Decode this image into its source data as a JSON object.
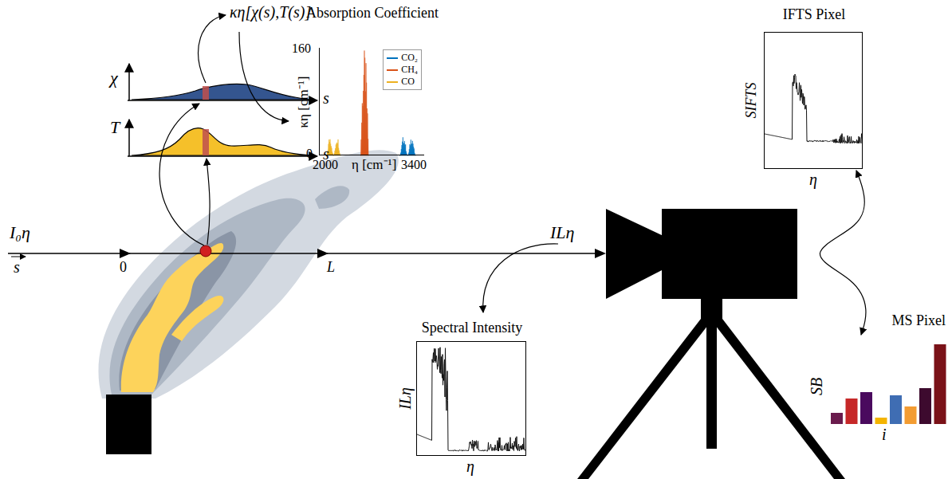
{
  "diagram": {
    "nodes": [
      {
        "text": [
          "Absorption Coefficient"
        ]
      },
      {
        "text": [
          "IFTS Pixel"
        ]
      },
      {
        "text": [
          "Spectral Intensity"
        ]
      },
      {
        "text": [
          "MS Pixel"
        ]
      }
    ],
    "edges": [
      {
        "from": 1,
        "to": 3,
        "arrow": "both"
      }
    ],
    "labels": [
      "χ",
      "s",
      "T",
      "s",
      "κη[χ(s),T(s)]",
      "160",
      "κη [cm⁻¹]",
      "0",
      "2000",
      "η [cm⁻¹]",
      "3400",
      "SIFTS",
      "η",
      "I₀η",
      "s",
      "0",
      "L",
      "ILη",
      "ILη",
      "η",
      "SB",
      "i"
    ],
    "legend": [
      {
        "text": "CO₂",
        "color": "#0072BD"
      },
      {
        "text": "CH₄",
        "color": "#D95319"
      },
      {
        "text": "CO",
        "color": "#EDB120"
      }
    ]
  }
}
